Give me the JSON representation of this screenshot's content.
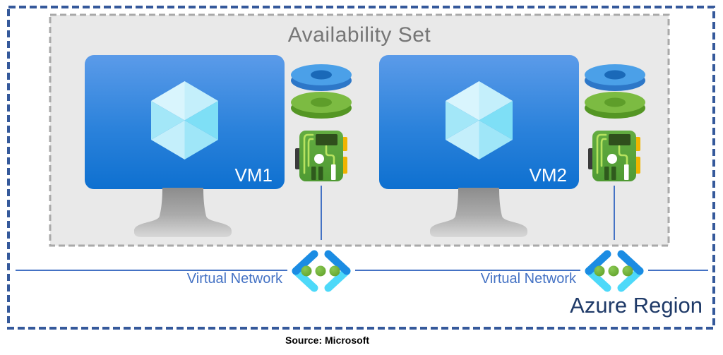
{
  "diagram": {
    "availability_set": {
      "title": "Availability Set",
      "vms": [
        {
          "label": "VM1",
          "icon": "vm-cube-icon",
          "attachments": [
            "os-disk-icon",
            "data-disk-icon",
            "network-card-icon"
          ]
        },
        {
          "label": "VM2",
          "icon": "vm-cube-icon",
          "attachments": [
            "os-disk-icon",
            "data-disk-icon",
            "network-card-icon"
          ]
        }
      ]
    },
    "network": {
      "links": [
        {
          "label": "Virtual Network",
          "icon": "virtual-network-icon"
        },
        {
          "label": "Virtual Network",
          "icon": "virtual-network-icon"
        }
      ]
    },
    "region": {
      "label": "Azure Region"
    },
    "caption": {
      "source": "Source: Microsoft"
    },
    "colors": {
      "region_border": "#35599B",
      "availability_set_fill": "#E9E9E9",
      "availability_set_border": "#A9A9A9",
      "availability_set_title": "#767676",
      "vm_screen_top": "#5B9BE9",
      "vm_screen_bottom": "#0E70D0",
      "vm_label": "#FFFFFF",
      "connector_line": "#4472C4",
      "virtual_network_label": "#4472C4",
      "region_label": "#1F3A68",
      "chevron_blue": "#1B8CE3",
      "chevron_cyan": "#4DD9F9",
      "dot_green": "#6CAE33",
      "disk_blue": "#4BA0E8",
      "disk_green": "#7CBB42",
      "nic_board_green": "#5CA73C",
      "nic_connector_yellow": "#F0B400"
    }
  }
}
